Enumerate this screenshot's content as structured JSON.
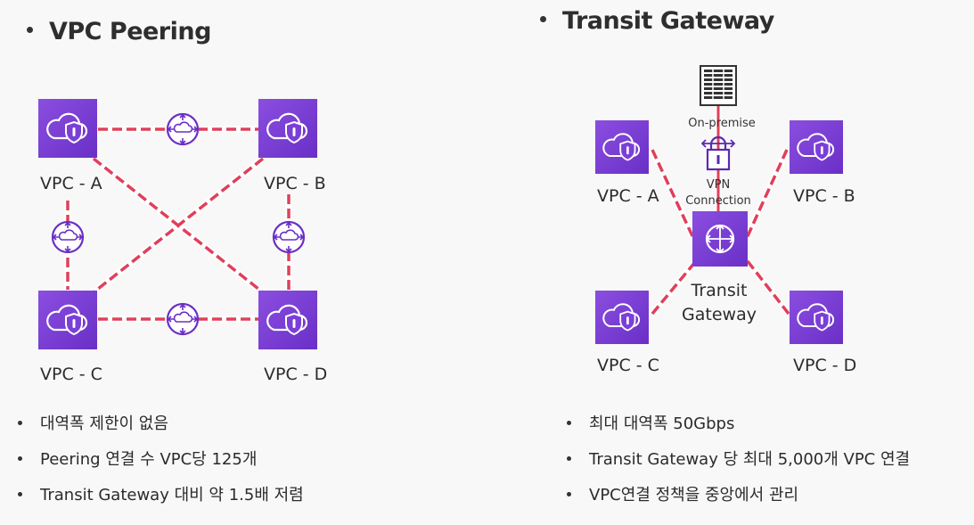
{
  "left": {
    "title": "VPC Peering",
    "vpcs": {
      "a": "VPC - A",
      "b": "VPC - B",
      "c": "VPC - C",
      "d": "VPC - D"
    },
    "bullets": [
      "대역폭 제한이 없음",
      "Peering 연결 수 VPC당 125개",
      "Transit Gateway 대비 약 1.5배 저렴"
    ]
  },
  "right": {
    "title": "Transit Gateway",
    "onpremise": "On-premise",
    "vpn_line1": "VPN",
    "vpn_line2": "Connection",
    "tgw_line1": "Transit",
    "tgw_line2": "Gateway",
    "vpcs": {
      "a": "VPC - A",
      "b": "VPC - B",
      "c": "VPC - C",
      "d": "VPC - D"
    },
    "bullets": [
      "최대 대역폭 50Gbps",
      "Transit Gateway 당 최대 5,000개 VPC 연결",
      "VPC연결 정책을 중앙에서 관리"
    ]
  },
  "colors": {
    "vpc": "#7b3fd8",
    "link": "#e0405a",
    "peering_icon": "#6a2fc6"
  },
  "icons": {
    "vpc": "vpc-cloud-shield-icon",
    "peering": "peering-connection-icon",
    "tgw": "transit-gateway-icon",
    "server": "server-rack-icon",
    "vpn": "vpn-lock-icon"
  }
}
